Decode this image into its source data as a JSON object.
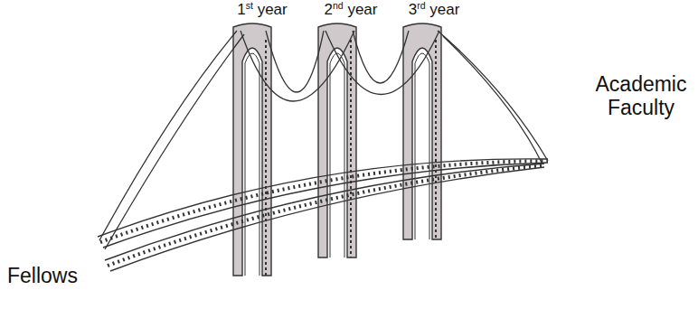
{
  "diagram": {
    "labels": [
      "1st year",
      "2nd year",
      "3rd year",
      "Fellows",
      "Academic Faculty"
    ]
  }
}
